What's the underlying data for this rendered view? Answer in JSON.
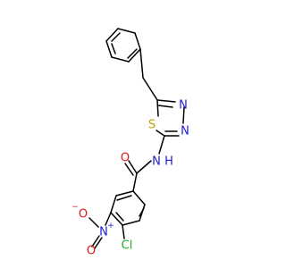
{
  "colors": {
    "carbon_bond": "#000000",
    "nitrogen": "#1d1dd8",
    "oxygen": "#e0141c",
    "sulfur": "#b9a800",
    "chlorine": "#1fae1f"
  },
  "atoms": {
    "s1": {
      "text": "S",
      "color": "sulfur"
    },
    "n_ring_top": {
      "text": "N",
      "color": "nitrogen"
    },
    "n_ring_bottom": {
      "text": "N",
      "color": "nitrogen"
    },
    "nh": {
      "text": "N",
      "h": "H",
      "color": "nitrogen"
    },
    "o_amide": {
      "text": "O",
      "color": "oxygen"
    },
    "n_nitro": {
      "text": "N",
      "charge": "+",
      "color": "nitrogen"
    },
    "o_nitro_minus": {
      "text": "O",
      "charge": "−",
      "color": "oxygen"
    },
    "o_nitro": {
      "text": "O",
      "color": "oxygen"
    },
    "cl": {
      "text": "Cl",
      "color": "chlorine"
    }
  }
}
